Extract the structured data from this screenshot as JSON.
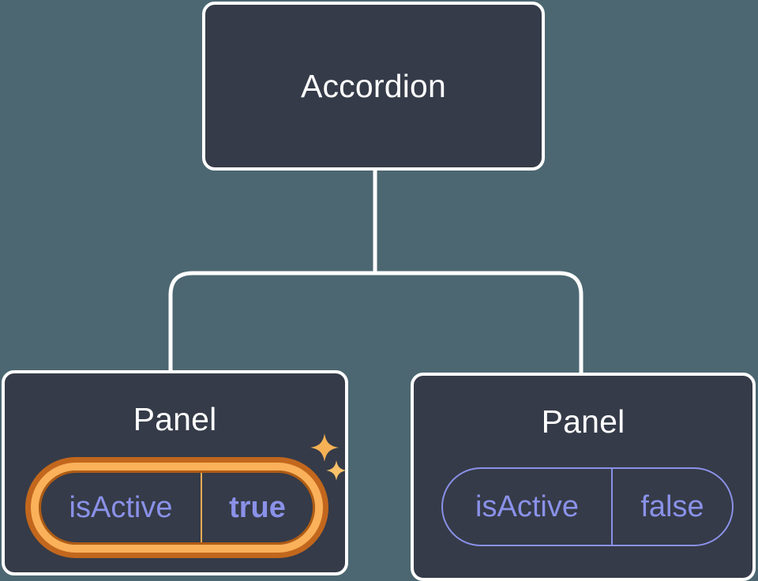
{
  "diagram": {
    "type": "component-tree",
    "description": "Parent component with two child panels sharing an isActive prop"
  },
  "nodes": {
    "accordion": {
      "label": "Accordion"
    },
    "panel_active": {
      "label": "Panel",
      "prop": {
        "name": "isActive",
        "value": "true"
      },
      "highlighted": true
    },
    "panel_inactive": {
      "label": "Panel",
      "prop": {
        "name": "isActive",
        "value": "false"
      },
      "highlighted": false
    }
  },
  "icons": {
    "sparkle_large": "four-point-sparkle",
    "sparkle_small": "four-point-sparkle"
  },
  "colors": {
    "background": "#4C6771",
    "node_fill": "#353B48",
    "node_border": "#FFFFFF",
    "connector": "#FFFFFF",
    "label_text": "#FFFFFF",
    "prop_text": "#8A91E8",
    "highlight_ring_outer": "#C2671D",
    "highlight_ring_inner": "#FAB15A",
    "highlight_pill_border": "#B05C14",
    "highlight_divider": "#F2AB52",
    "inactive_pill_border": "#8A91E8",
    "sparkle_large": "#F6B156",
    "sparkle_small": "#F9C169"
  }
}
